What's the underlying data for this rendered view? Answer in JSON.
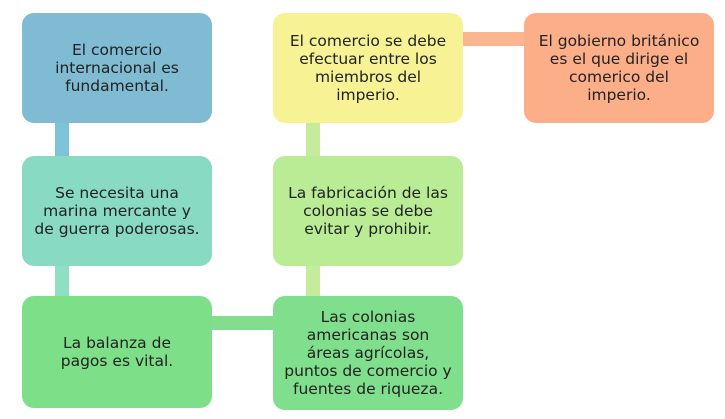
{
  "colors": {
    "box1": "#7fbbd3",
    "box2": "#88dbc2",
    "box3": "#7ddf88",
    "box4": "#7fdf8c",
    "box5": "#b9ec95",
    "box6": "#f7f394",
    "box7": "#fcae88",
    "connector_blue": "#7fc3d8",
    "connector_teal": "#8fdfc2",
    "connector_green": "#84dd8c",
    "connector_lightgreen": "#c4ec9c",
    "connector_orange": "#fbb690"
  },
  "nodes": [
    {
      "id": "box1",
      "text": "El comercio internacional es fundamental."
    },
    {
      "id": "box2",
      "text": "Se necesita una marina mercante y de guerra poderosas."
    },
    {
      "id": "box3",
      "text": "La balanza de pagos es vital."
    },
    {
      "id": "box4",
      "text": "Las colonias americanas son áreas agrícolas, puntos de comercio y fuentes de riqueza."
    },
    {
      "id": "box5",
      "text": "La fabricación de las colonias se debe evitar y prohibir."
    },
    {
      "id": "box6",
      "text": "El comercio se debe efectuar entre los miembros del imperio."
    },
    {
      "id": "box7",
      "text": "El gobierno británico es el que dirige el comerico del imperio."
    }
  ]
}
